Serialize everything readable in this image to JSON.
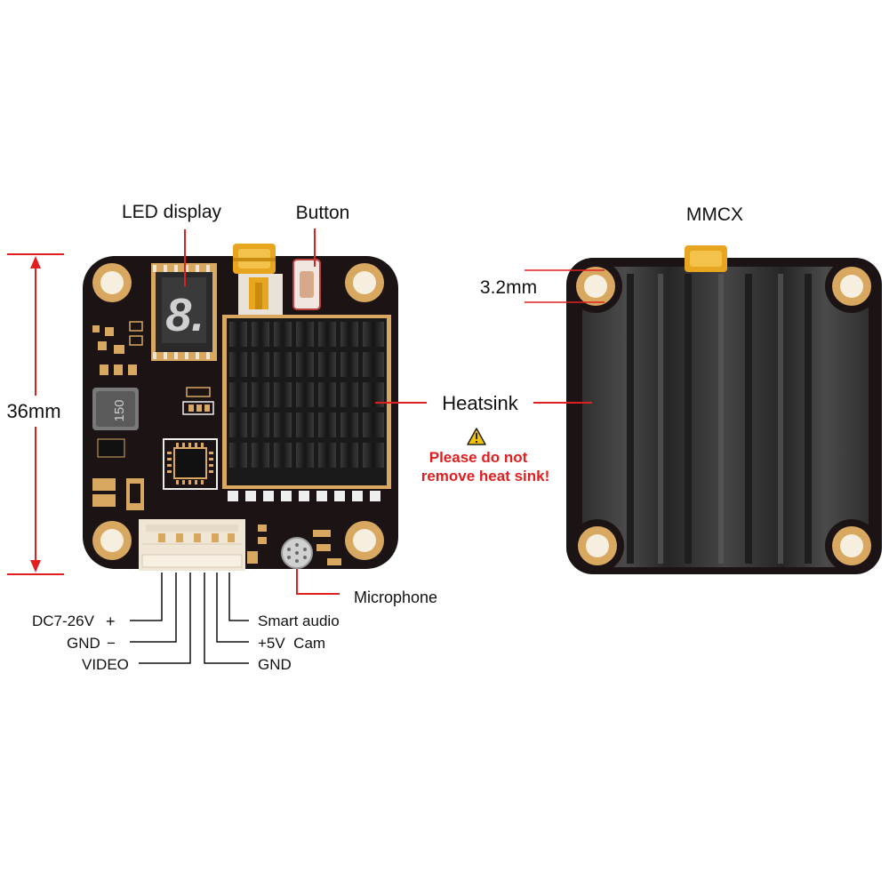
{
  "labels": {
    "led_display": "LED display",
    "button": "Button",
    "mmcx": "MMCX",
    "dimension_height": "36mm",
    "dimension_hole": "3.2mm",
    "heatsink": "Heatsink",
    "warning_line1": "Please do not",
    "warning_line2": "remove heat sink!",
    "microphone": "Microphone",
    "inductor_marking": "150",
    "led_digit": "8.",
    "pins": {
      "dc_in": "DC7-26V",
      "dc_in_sign": "+",
      "gnd_1": "GND",
      "gnd_1_sign": "−",
      "video": "VIDEO",
      "smart_audio": "Smart audio",
      "cam_5v": "+5V  Cam",
      "gnd_2": "GND"
    }
  },
  "colors": {
    "pcb": "#1c1414",
    "pad_gold": "#d8a860",
    "pad_light": "#f3e6cf",
    "connector_gold": "#e8a520",
    "heatsink": "#2a2a2a",
    "callout_red": "#e02020",
    "leader_black": "#111111"
  },
  "icons": [
    "warning-icon",
    "microphone-icon",
    "mounting-hole-icon"
  ]
}
